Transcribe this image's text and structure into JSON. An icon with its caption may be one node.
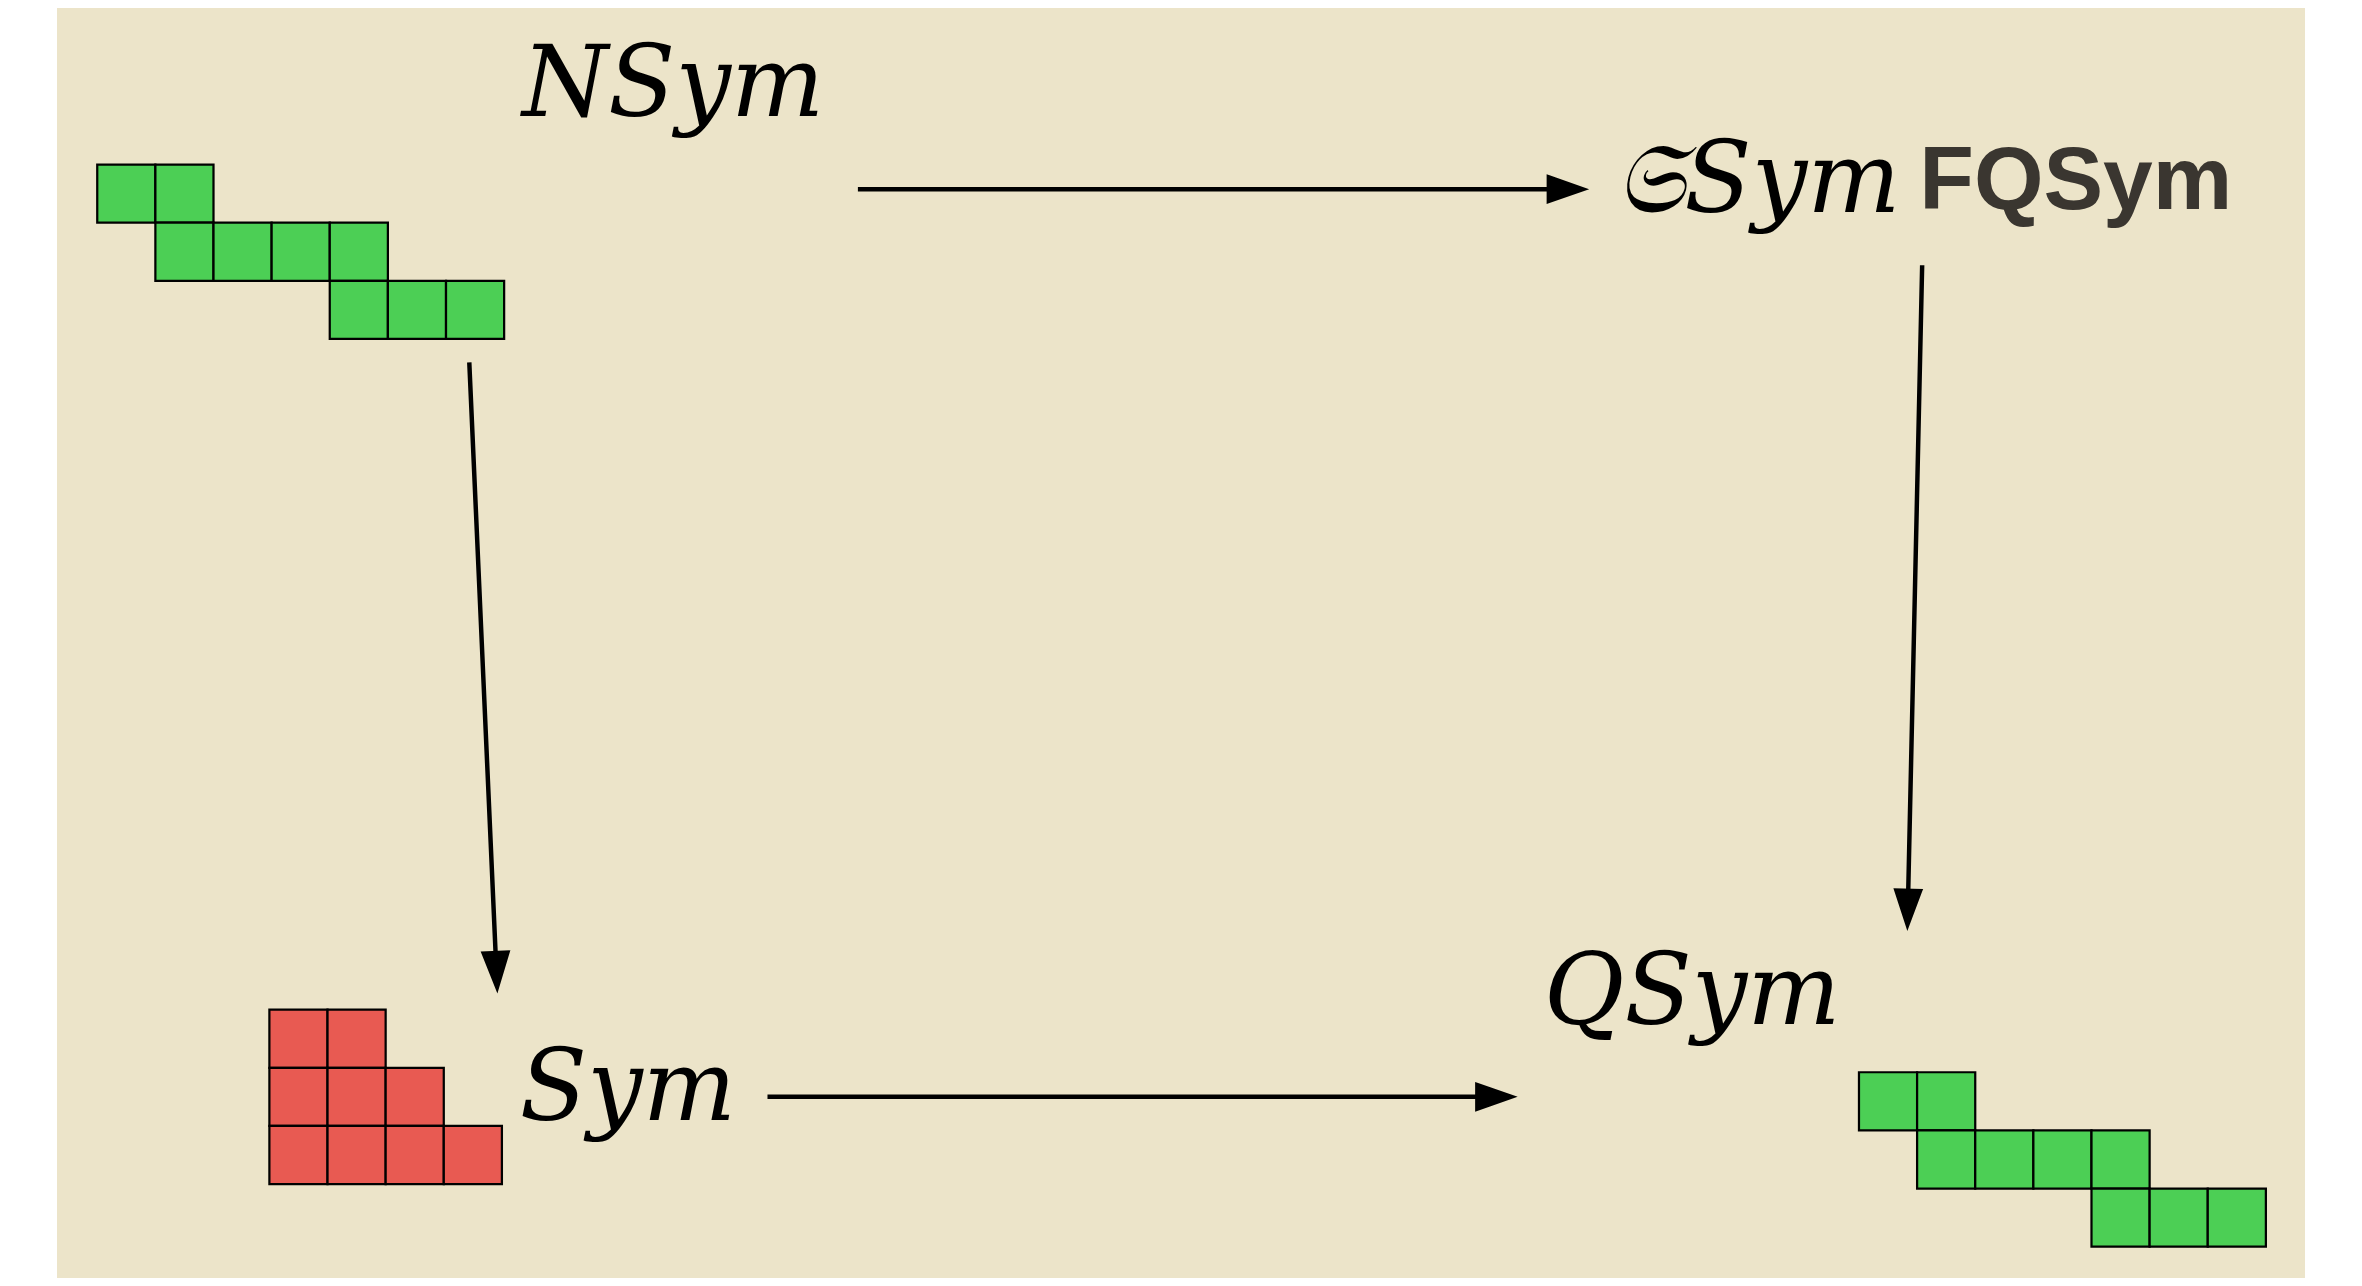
{
  "diagram": {
    "nodes": [
      {
        "text": [
          "NSym"
        ]
      },
      {
        "text": [
          "𝔖Sym"
        ],
        "beside": [
          "FQSym"
        ]
      },
      {
        "text": [
          "Sym"
        ]
      },
      {
        "text": [
          "QSym"
        ]
      }
    ],
    "edges": [
      {
        "from": 0,
        "to": 1,
        "arrow": "to"
      },
      {
        "from": 0,
        "to": 2,
        "arrow": "to"
      },
      {
        "from": 1,
        "to": 3,
        "arrow": "to"
      },
      {
        "from": 2,
        "to": 3,
        "arrow": "to"
      }
    ]
  }
}
